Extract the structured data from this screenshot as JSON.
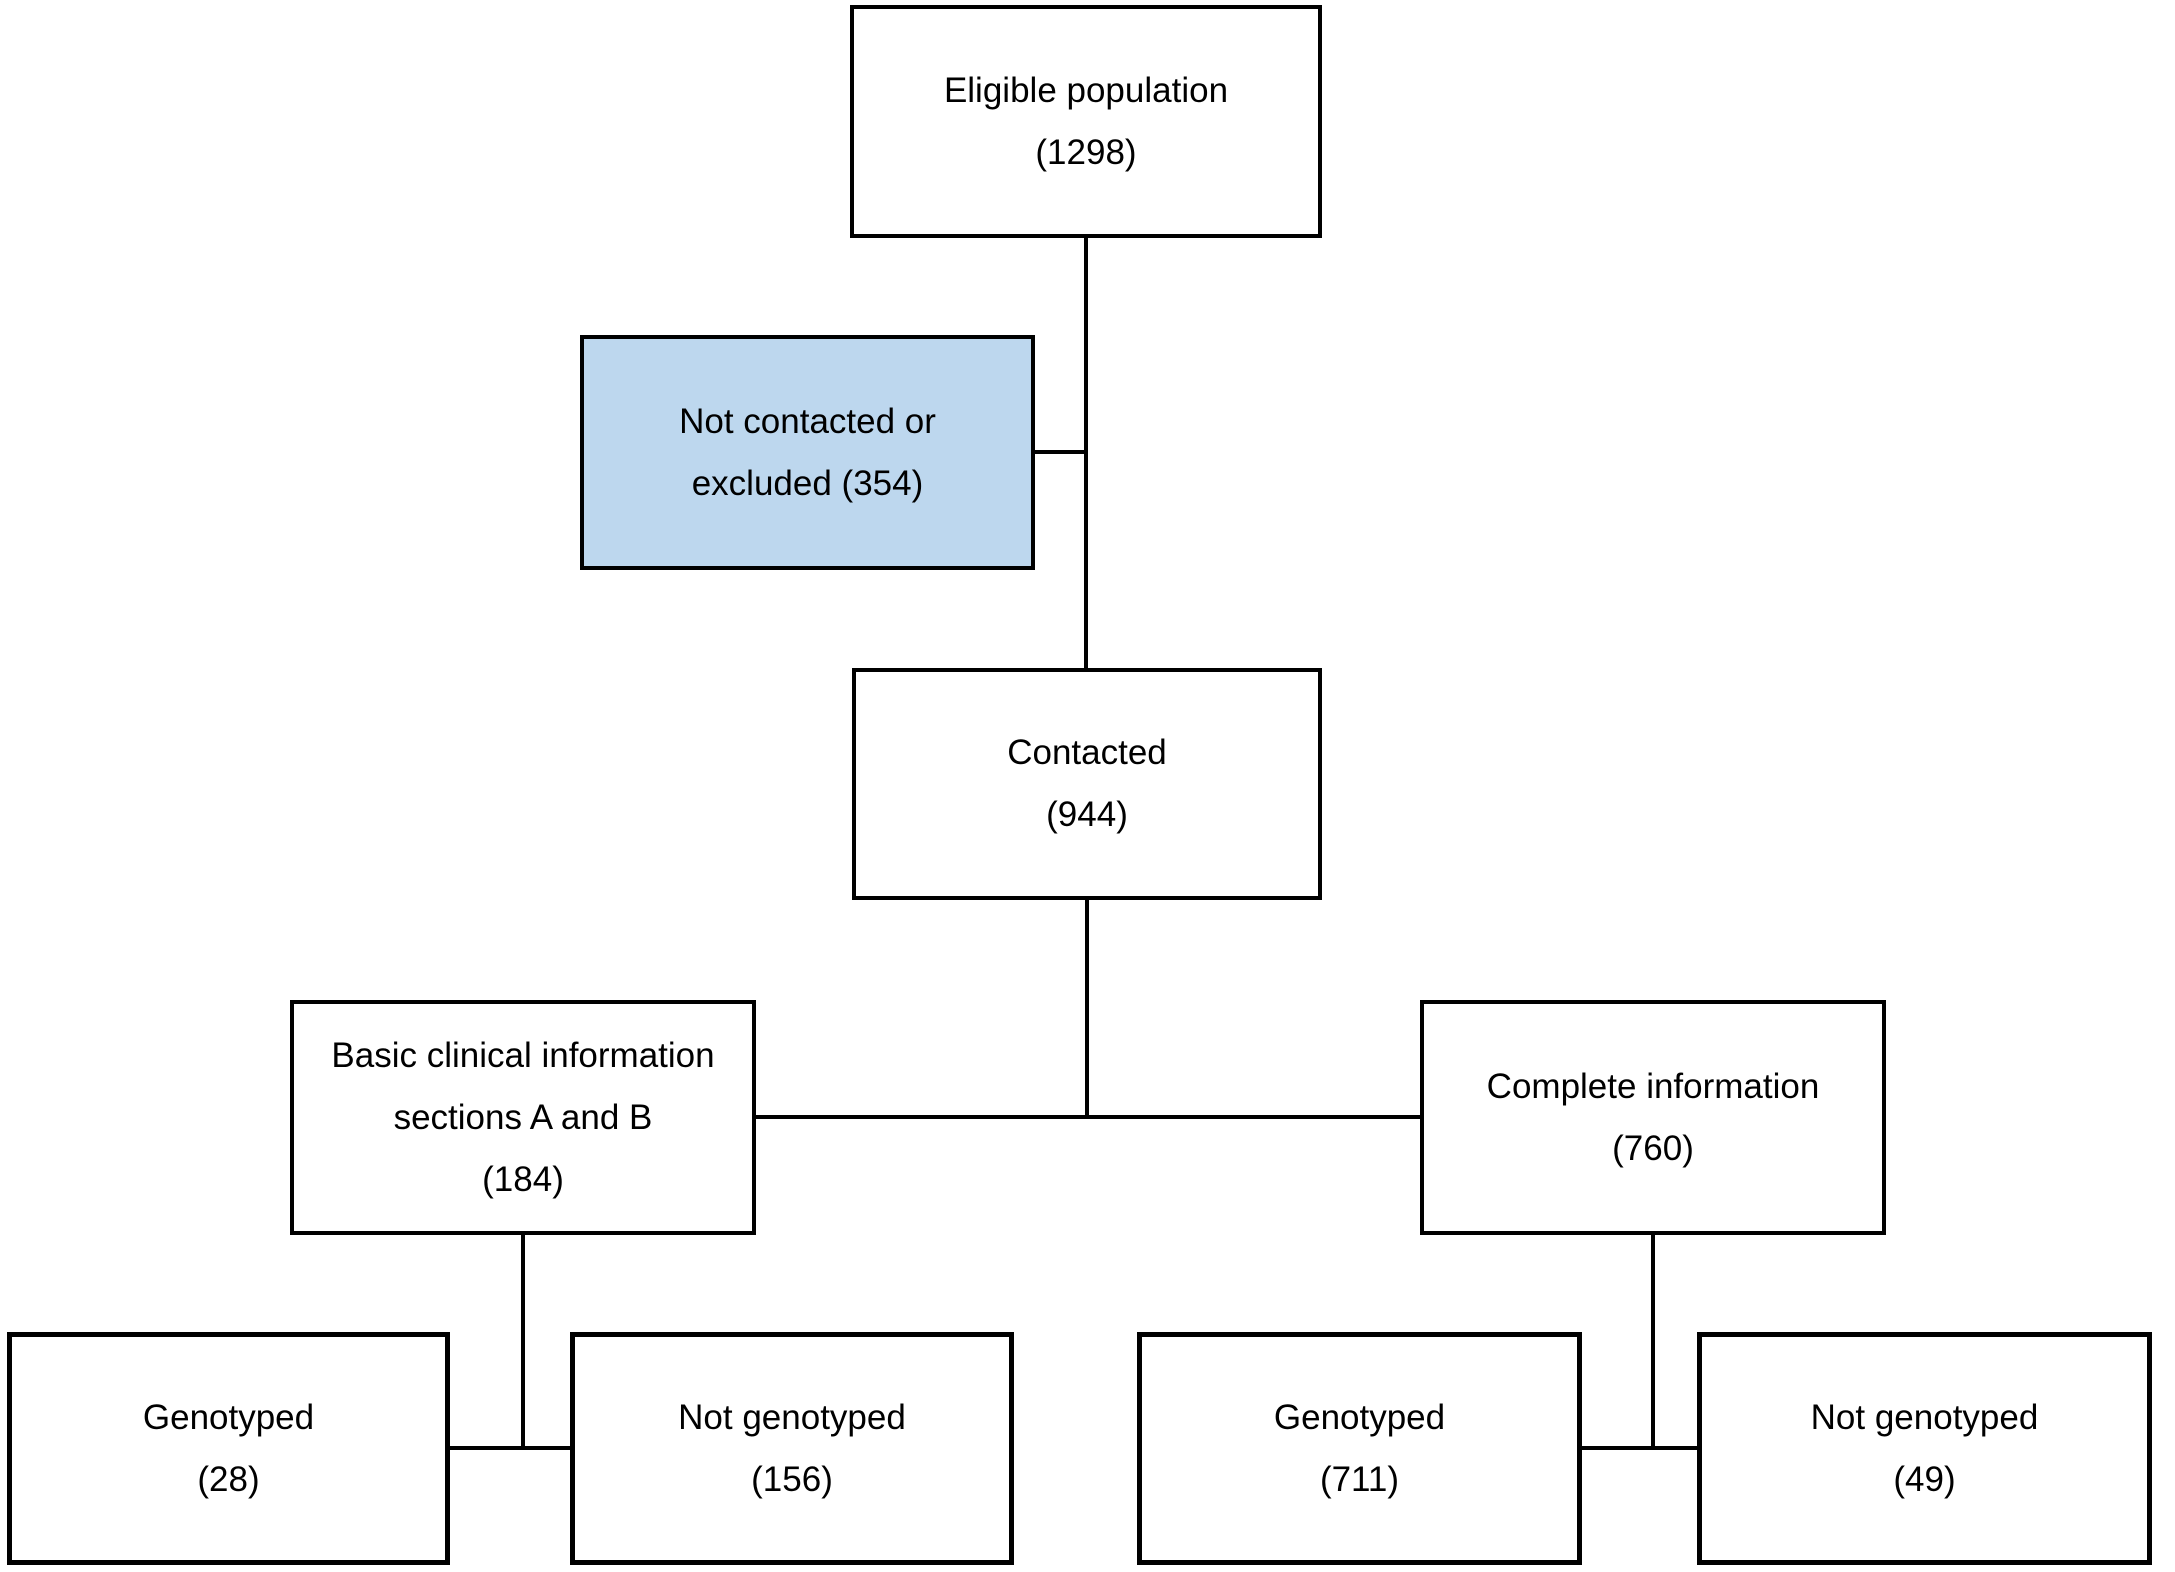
{
  "diagram": {
    "type": "flowchart",
    "colors": {
      "background": "#ffffff",
      "box_border": "#000000",
      "box_fill": "#ffffff",
      "highlight_fill": "#bdd7ee",
      "connector": "#000000",
      "text": "#000000"
    },
    "nodes": {
      "eligible": {
        "lines": [
          "Eligible population",
          "(1298)"
        ],
        "count": 1298,
        "highlighted": false
      },
      "excluded": {
        "lines": [
          "Not contacted or",
          "excluded (354)"
        ],
        "count": 354,
        "highlighted": true
      },
      "contacted": {
        "lines": [
          "Contacted",
          "(944)"
        ],
        "count": 944,
        "highlighted": false
      },
      "basic": {
        "lines": [
          "Basic clinical information",
          "sections A and B",
          "(184)"
        ],
        "count": 184,
        "highlighted": false
      },
      "complete": {
        "lines": [
          "Complete information",
          "(760)"
        ],
        "count": 760,
        "highlighted": false
      },
      "genotyped_basic": {
        "lines": [
          "Genotyped",
          "(28)"
        ],
        "count": 28,
        "highlighted": false
      },
      "not_genotyped_basic": {
        "lines": [
          "Not genotyped",
          "(156)"
        ],
        "count": 156,
        "highlighted": false
      },
      "genotyped_complete": {
        "lines": [
          "Genotyped",
          "(711)"
        ],
        "count": 711,
        "highlighted": false
      },
      "not_genotyped_complete": {
        "lines": [
          "Not genotyped",
          "(49)"
        ],
        "count": 49,
        "highlighted": false
      }
    },
    "edges": [
      {
        "from": "eligible",
        "to": "contacted"
      },
      {
        "from": "eligible",
        "to": "excluded"
      },
      {
        "from": "contacted",
        "to": "basic"
      },
      {
        "from": "contacted",
        "to": "complete"
      },
      {
        "from": "basic",
        "to": "genotyped_basic"
      },
      {
        "from": "basic",
        "to": "not_genotyped_basic"
      },
      {
        "from": "complete",
        "to": "genotyped_complete"
      },
      {
        "from": "complete",
        "to": "not_genotyped_complete"
      }
    ]
  }
}
